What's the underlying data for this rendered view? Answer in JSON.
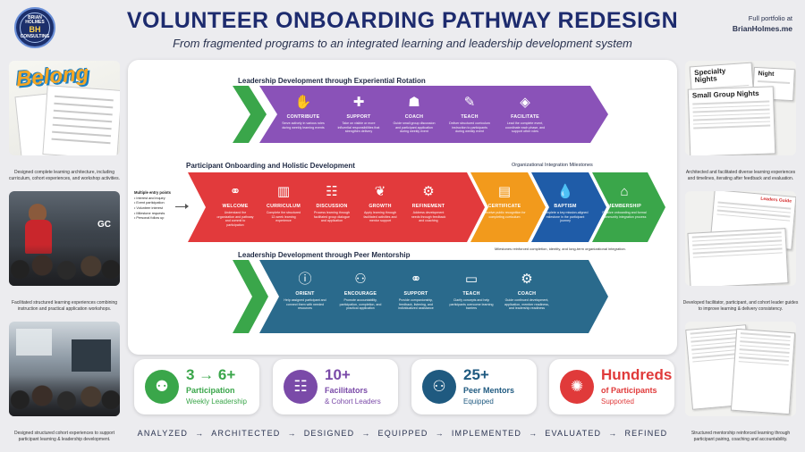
{
  "header": {
    "logo_top": "BRIAN HOLMES",
    "logo_mid": "BH",
    "logo_bottom": "CONSULTING",
    "title": "VOLUNTEER ONBOARDING PATHWAY REDESIGN",
    "subtitle": "From fragmented programs to an integrated learning and leadership development system",
    "portfolio_label": "Full portfolio at",
    "portfolio_url": "BrianHolmes.me"
  },
  "left_thumbs": [
    {
      "word": "Belong",
      "caption": "Designed complete learning architecture, including curriculum, cohort experiences, and workshop activities."
    },
    {
      "badge": "GC",
      "caption": "Facilitated structured learning experiences combining instruction and practical application workshops."
    },
    {
      "caption": "Designed structured cohort experiences to support participant learning & leadership development."
    }
  ],
  "right_thumbs": [
    {
      "doc1_title": "Specialty Nights",
      "doc2_title": "Small Group Nights",
      "doc3_title": "Night",
      "caption": "Architected and facilitated diverse learning experiences and timelines, iterating after feedback and evaluation."
    },
    {
      "doc_title": "Leaders Guide",
      "caption": "Developed facilitator, participant, and cohort leader guides to improve learning & delivery consistency."
    },
    {
      "caption": "Structured mentorship reinforced learning through participant pairing, coaching and accountability."
    }
  ],
  "rotation": {
    "title": "Leadership Development through Experiential Rotation",
    "steps": [
      {
        "icon": "hand-icon",
        "glyph": "✋",
        "name": "CONTRIBUTE",
        "desc": "Serve actively in various roles during weekly learning events"
      },
      {
        "icon": "support-icon",
        "glyph": "✚",
        "name": "SUPPORT",
        "desc": "Take on visible or more influential responsibilities that strengthen delivery"
      },
      {
        "icon": "coach-icon",
        "glyph": "☗",
        "name": "COACH",
        "desc": "Guide small group discussion and participant application during weekly event"
      },
      {
        "icon": "teach-icon",
        "glyph": "✎",
        "name": "TEACH",
        "desc": "Deliver structured curriculum instruction to participants during weekly event"
      },
      {
        "icon": "compass-icon",
        "glyph": "◈",
        "name": "FACILITATE",
        "desc": "Lead the complete event, coordinate each phase, and support other roles"
      }
    ]
  },
  "onboarding": {
    "title": "Participant Onboarding and Holistic Development",
    "org_label": "Organizational Integration Milestones",
    "entry_title": "Multiple entry points",
    "entry_points": [
      "• Interest and inquiry",
      "• Event participation",
      "• Volunteer interest",
      "• Milestone requests",
      "• Personal follow up"
    ],
    "steps": [
      {
        "icon": "handshake-icon",
        "glyph": "⚭",
        "name": "WELCOME",
        "desc": "Understand the organization and pathway and commit to participation"
      },
      {
        "icon": "chart-icon",
        "glyph": "▥",
        "name": "CURRICULUM",
        "desc": "Complete the structured 12-week learning experience"
      },
      {
        "icon": "group-icon",
        "glyph": "☷",
        "name": "DISCUSSION",
        "desc": "Process learning through facilitated group dialogue and application"
      },
      {
        "icon": "leaf-icon",
        "glyph": "❦",
        "name": "GROWTH",
        "desc": "Apply learning through facilitated activities and mentor support"
      },
      {
        "icon": "gears-icon",
        "glyph": "⚙",
        "name": "REFINEMENT",
        "desc": "Address development needs through feedback and coaching"
      }
    ],
    "milestones": [
      {
        "icon": "certificate-icon",
        "glyph": "▤",
        "name": "CERTIFICATE",
        "desc": "Receive public recognition for completing curriculum"
      },
      {
        "icon": "water-icon",
        "glyph": "💧",
        "name": "BAPTISM",
        "desc": "Complete a key mission-aligned milestone in the participant journey"
      },
      {
        "icon": "home-heart-icon",
        "glyph": "⌂",
        "name": "MEMBERSHIP",
        "desc": "Finalize onboarding and formal community integration process"
      }
    ],
    "milestone_note": "Milestones reinforced completion, identity, and long-term organizational integration."
  },
  "mentorship": {
    "title": "Leadership Development through Peer Mentorship",
    "steps": [
      {
        "icon": "info-chat-icon",
        "glyph": "ⓘ",
        "name": "ORIENT",
        "desc": "Help assigned participant and connect them with needed resources"
      },
      {
        "icon": "walking-icon",
        "glyph": "⚇",
        "name": "ENCOURAGE",
        "desc": "Promote accountability, participation, completion, and practical application"
      },
      {
        "icon": "handshake-icon",
        "glyph": "⚭",
        "name": "SUPPORT",
        "desc": "Provide companionship, feedback, listening, and individualized assistance"
      },
      {
        "icon": "presentation-icon",
        "glyph": "▭",
        "name": "TEACH",
        "desc": "Clarify concepts and help participants overcome learning barriers"
      },
      {
        "icon": "gears-icon",
        "glyph": "⚙",
        "name": "COACH",
        "desc": "Guide continued development, application, member readiness, and leadership readiness"
      }
    ]
  },
  "stats": [
    {
      "icon": "person-plus-icon",
      "glyph": "⚉",
      "big": "3 → 6+",
      "l1": "Participation",
      "l2": "Weekly Leadership",
      "color": "#3aa64a"
    },
    {
      "icon": "team-icon",
      "glyph": "☷",
      "big": "10+",
      "l1": "Facilitators",
      "l2": "& Cohort Leaders",
      "color": "#7a4aa8"
    },
    {
      "icon": "mentors-icon",
      "glyph": "⚇",
      "big": "25+",
      "l1": "Peer Mentors",
      "l2": "Equipped",
      "color": "#1f5a80"
    },
    {
      "icon": "network-icon",
      "glyph": "✺",
      "big": "Hundreds",
      "l1": "of Participants",
      "l2": "Supported",
      "color": "#e03a3a"
    }
  ],
  "process_flow": [
    "ANALYZED",
    "ARCHITECTED",
    "DESIGNED",
    "EQUIPPED",
    "IMPLEMENTED",
    "EVALUATED",
    "REFINED"
  ],
  "colors": {
    "navy": "#1d2b6e",
    "rotation_purple": "#8a52b8",
    "onboarding_red": "#e23a3c",
    "mentorship_blue": "#2a6a8c",
    "green": "#3aa64a",
    "certificate_orange": "#f29a1c",
    "baptism_blue": "#1f5ca8"
  }
}
